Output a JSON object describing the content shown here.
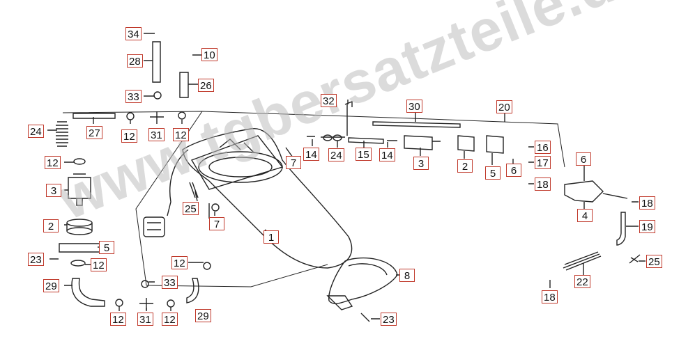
{
  "watermark": "www.tgbersatzteile.de",
  "colors": {
    "label_border": "#c0392b",
    "line": "#333333",
    "watermark": "#bebebe"
  },
  "labels": {
    "l34": "34",
    "l10": "10",
    "l28": "28",
    "l26": "26",
    "l33a": "33",
    "l24a": "24",
    "l27": "27",
    "l12a": "12",
    "l31a": "31",
    "l12b": "12",
    "l12c": "12",
    "l3a": "3",
    "l2a": "2",
    "l5a": "5",
    "l23a": "23",
    "l12d": "12",
    "l29a": "29",
    "l12e": "12",
    "l31b": "31",
    "l12f": "12",
    "l29b": "29",
    "l12g": "12",
    "l33b": "33",
    "l25": "25",
    "l7a": "7",
    "l1": "1",
    "l32": "32",
    "l30": "30",
    "l20": "20",
    "l14a": "14",
    "l24b": "24",
    "l15": "15",
    "l14b": "14",
    "l7b": "7",
    "l3b": "3",
    "l2b": "2",
    "l5b": "5",
    "l6a": "6",
    "l16": "16",
    "l17": "17",
    "l18a": "18",
    "l6b": "6",
    "l4": "4",
    "l18b": "18",
    "l19": "19",
    "l25b": "25",
    "l22": "22",
    "l18c": "18",
    "l8": "8",
    "l23b": "23"
  }
}
